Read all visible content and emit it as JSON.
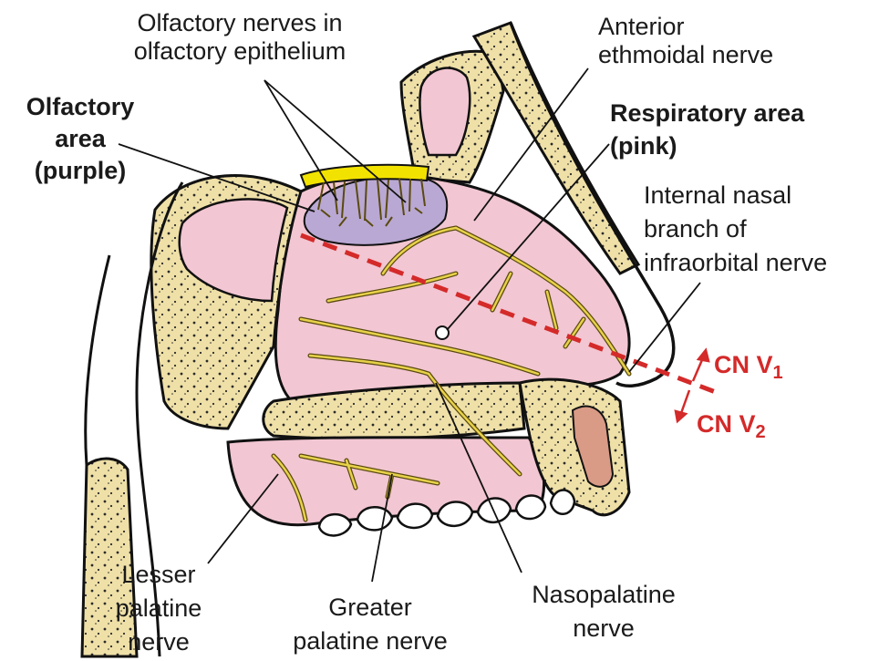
{
  "labels": {
    "olfactory_nerves": [
      "Olfactory nerves in",
      "olfactory epithelium"
    ],
    "anterior_ethmoidal": [
      "Anterior",
      "ethmoidal nerve"
    ],
    "olfactory_area": [
      "Olfactory",
      "area",
      "(purple)"
    ],
    "respiratory_area": [
      "Respiratory area",
      "(pink)"
    ],
    "internal_nasal": [
      "Internal nasal",
      "branch of",
      "infraorbital nerve"
    ],
    "cn_v1": {
      "prefix": "CN V",
      "sub": "1"
    },
    "cn_v2": {
      "prefix": "CN V",
      "sub": "2"
    },
    "lesser_palatine": [
      "Lesser",
      "palatine",
      "nerve"
    ],
    "greater_palatine": [
      "Greater",
      "palatine nerve"
    ],
    "nasopalatine": [
      "Nasopalatine",
      "nerve"
    ]
  },
  "colors": {
    "respiratory_mucosa": "#f2c6d2",
    "olfactory_mucosa": "#b9a8d3",
    "bone": "#efe0a8",
    "nerve": "#c8b02e",
    "cn_divider": "#d42a2a",
    "cartilage": "#d99a86"
  }
}
